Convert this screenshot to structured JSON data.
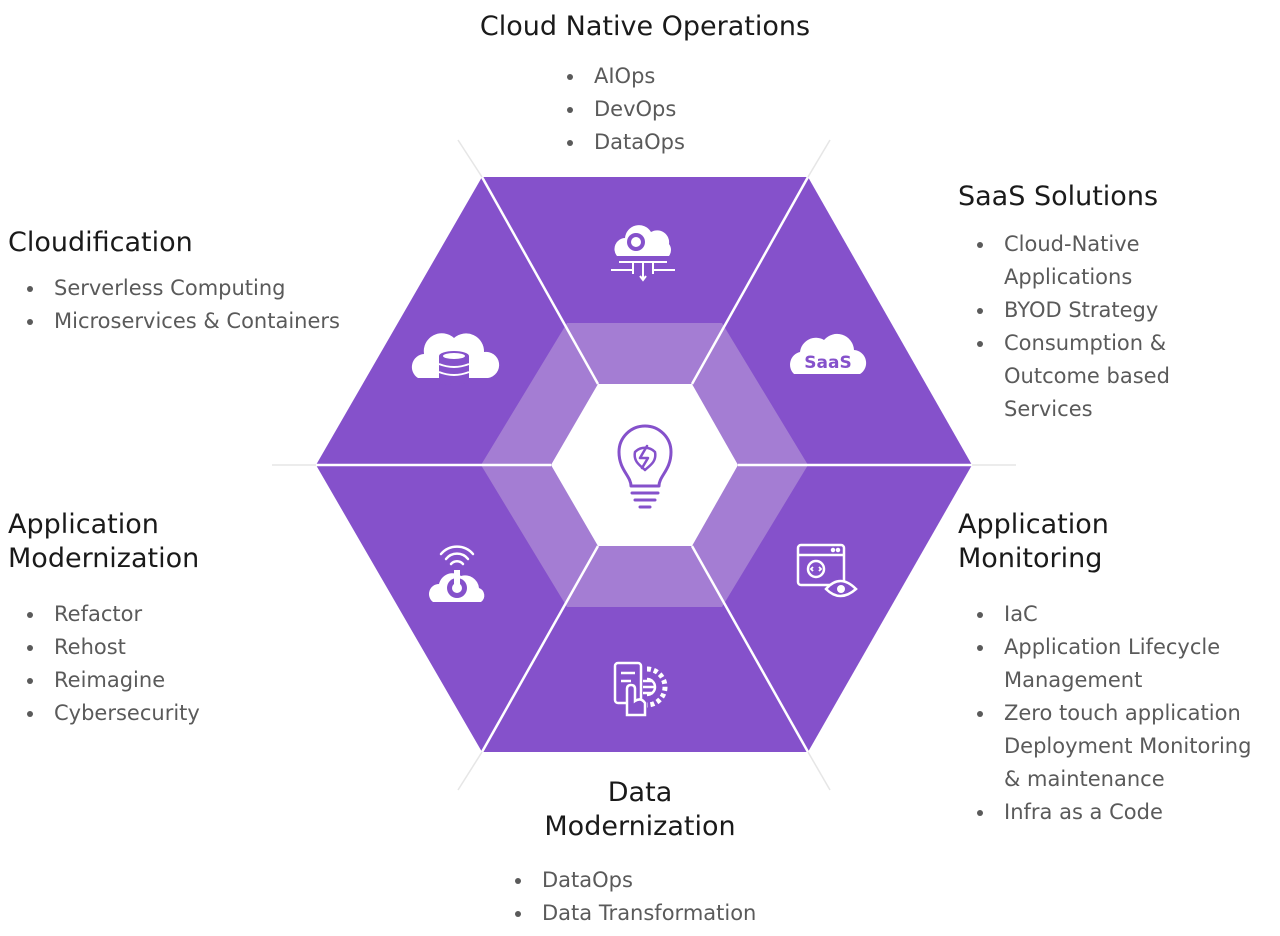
{
  "colors": {
    "hex_fill": "#8551CB",
    "inner_ring": "#A47DD3",
    "center": "#FFFFFF",
    "icon": "#FFFFFF",
    "center_icon": "#8551CB",
    "guide_line": "#E6E6E6"
  },
  "center": {
    "icon": "lightbulb-lightning-icon"
  },
  "sections": [
    {
      "id": "top",
      "title": "Cloud Native Operations",
      "icon": "cloud-gear-icon",
      "items": [
        "AIOps",
        "DevOps",
        "DataOps"
      ]
    },
    {
      "id": "upper-right",
      "title": "SaaS Solutions",
      "icon": "saas-cloud-icon",
      "icon_text": "SaaS",
      "items": [
        "Cloud-Native Applications",
        "BYOD Strategy",
        "Consumption & Outcome based Services"
      ]
    },
    {
      "id": "lower-right",
      "title": "Application Monitoring",
      "icon": "browser-code-eye-icon",
      "items": [
        "IaC",
        "Application Lifecycle Management",
        "Zero touch application Deployment Monitoring & maintenance",
        "Infra as a Code"
      ]
    },
    {
      "id": "bottom",
      "title": "Data Modernization",
      "icon": "touch-panel-gear-icon",
      "items": [
        "DataOps",
        "Data Transformation"
      ]
    },
    {
      "id": "lower-left",
      "title": "Application Modernization",
      "icon": "cloud-signal-icon",
      "items": [
        "Refactor",
        "Rehost",
        "Reimagine",
        "Cybersecurity"
      ]
    },
    {
      "id": "upper-left",
      "title": "Cloudification",
      "icon": "cloud-database-icon",
      "items": [
        "Serverless Computing",
        "Microservices & Containers"
      ]
    }
  ]
}
